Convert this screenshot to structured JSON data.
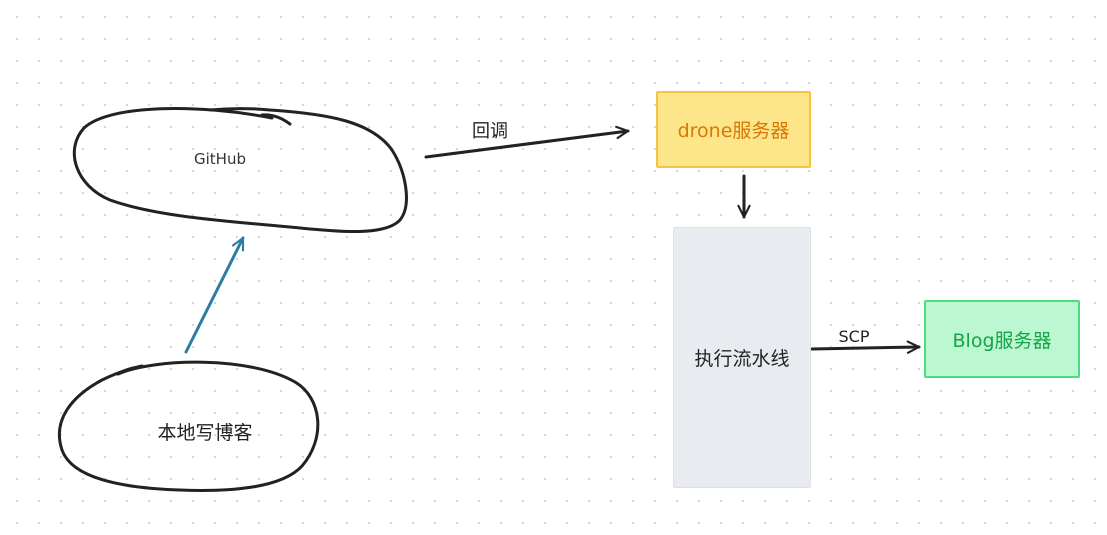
{
  "diagram": {
    "nodes": {
      "github": {
        "label": "GitHub",
        "shape": "hand-drawn-ellipse",
        "stroke": "#222222"
      },
      "local_blog": {
        "label": "本地写博客",
        "shape": "hand-drawn-ellipse",
        "stroke": "#222222"
      },
      "drone_server": {
        "label": "drone服务器",
        "fill": "#fde68a",
        "stroke": "#f5c242",
        "text_color": "#d97706"
      },
      "pipeline": {
        "label": "执行流水线",
        "fill": "#e8ebef",
        "stroke": "#dde1e6",
        "text_color": "#222222"
      },
      "blog_server": {
        "label": "Blog服务器",
        "fill": "#bbf7d0",
        "stroke": "#4ade80",
        "text_color": "#16a34a"
      }
    },
    "edges": {
      "local_to_github": {
        "from": "本地写博客",
        "to": "GitHub",
        "label": "",
        "color": "#2b7ea1"
      },
      "github_to_drone": {
        "from": "GitHub",
        "to": "drone服务器",
        "label": "回调",
        "color": "#222222"
      },
      "drone_to_pipeline": {
        "from": "drone服务器",
        "to": "执行流水线",
        "label": "",
        "color": "#222222"
      },
      "pipeline_to_blog": {
        "from": "执行流水线",
        "to": "Blog服务器",
        "label": "SCP",
        "color": "#222222"
      }
    }
  }
}
